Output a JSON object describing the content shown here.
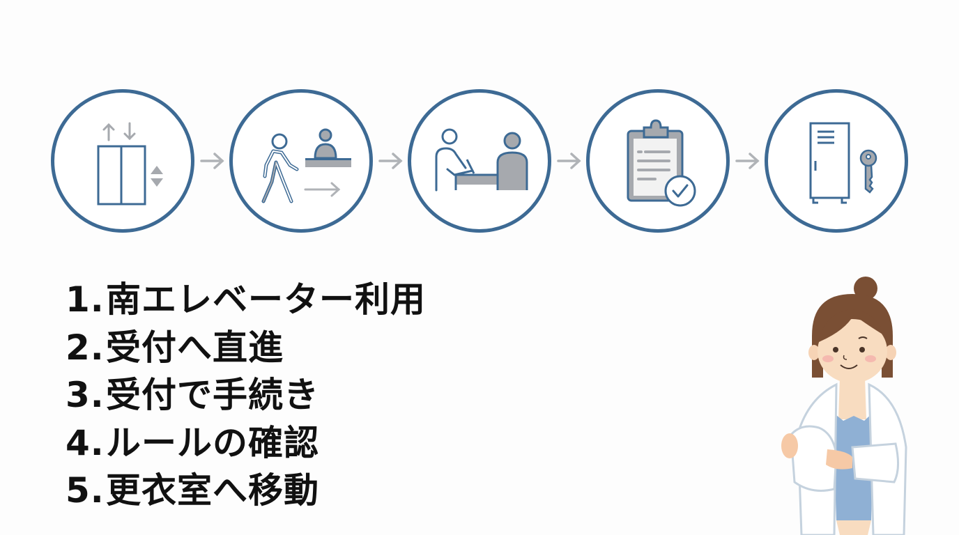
{
  "flow": {
    "steps": [
      {
        "icon": "elevator-icon"
      },
      {
        "icon": "walk-to-reception-icon"
      },
      {
        "icon": "reception-procedure-icon"
      },
      {
        "icon": "rules-clipboard-icon"
      },
      {
        "icon": "locker-key-icon"
      }
    ],
    "connector_icon": "arrow-right-icon",
    "colors": {
      "circle": "#3d6a94",
      "accent_gray": "#a6a9ae",
      "arrow": "#b0b3b7"
    }
  },
  "steps_list": [
    {
      "num": "1.",
      "label": "南エレベーター利用"
    },
    {
      "num": "2.",
      "label": "受付へ直進"
    },
    {
      "num": "3.",
      "label": "受付で手続き"
    },
    {
      "num": "4.",
      "label": "ルールの確認"
    },
    {
      "num": "5.",
      "label": "更衣室へ移動"
    }
  ],
  "illustration": {
    "subject": "woman-in-bathrobe-with-towel"
  }
}
